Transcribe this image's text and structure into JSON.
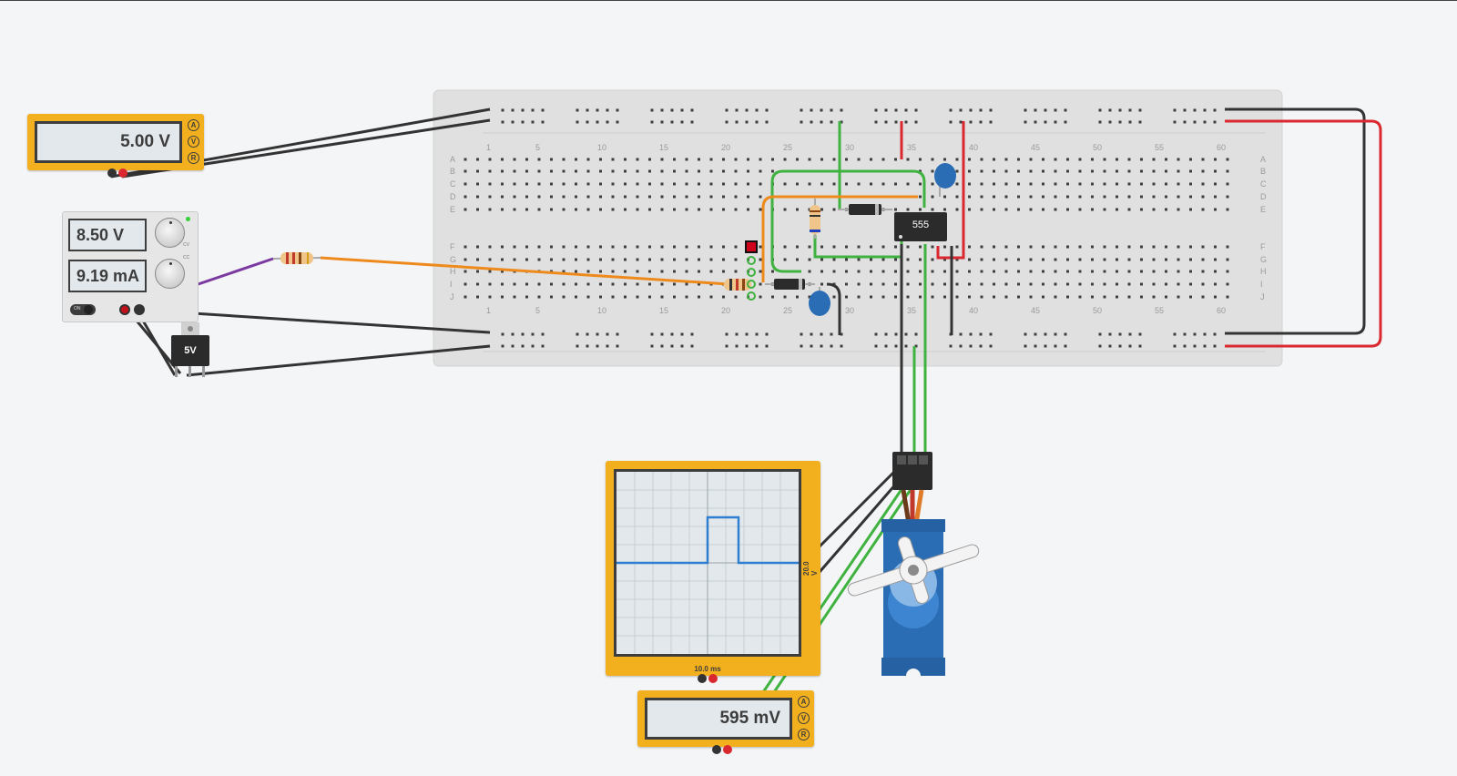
{
  "multimeter_top": {
    "reading": "5.00 V",
    "modes": [
      "A",
      "V",
      "R"
    ]
  },
  "power_supply": {
    "voltage": "8.50 V",
    "current": "9.19 mA",
    "switch_label": "ON",
    "knob_labels": [
      "CC",
      "CV"
    ]
  },
  "regulator": {
    "label": "5V"
  },
  "breadboard": {
    "column_numbers": [
      "1",
      "5",
      "10",
      "15",
      "20",
      "25",
      "30",
      "35",
      "40",
      "45",
      "50",
      "55",
      "60"
    ],
    "row_letters_top": [
      "A",
      "B",
      "C",
      "D",
      "E"
    ],
    "row_letters_bottom": [
      "F",
      "G",
      "H",
      "I",
      "J"
    ]
  },
  "timer_ic": {
    "label": "555"
  },
  "oscilloscope": {
    "voltage_scale": "20.0 V",
    "time_scale": "10.0 ms"
  },
  "multimeter_bottom": {
    "reading": "595 mV",
    "modes": [
      "A",
      "V",
      "R"
    ]
  },
  "colors": {
    "meter_body": "#f2b01e",
    "wire_black": "#333333",
    "wire_red": "#d9282f",
    "wire_green": "#3fb23f",
    "wire_orange": "#ee8a1c",
    "wire_purple": "#7a3aa0",
    "servo_body": "#2a6db5",
    "scope_trace": "#2f7fd0"
  }
}
